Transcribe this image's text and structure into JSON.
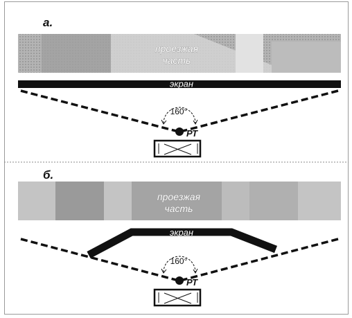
{
  "panels": [
    {
      "label": "а.",
      "road_line1": "проезжая",
      "road_line2": "часть",
      "screen_label": "экран",
      "angle_label": "160°",
      "device_label": "РТ"
    },
    {
      "label": "б.",
      "road_line1": "проезжая",
      "road_line2": "часть",
      "screen_label": "экран",
      "angle_label": "160°",
      "device_label": "РТ"
    }
  ],
  "colors": {
    "road_light": "#c8c8c8",
    "road_mid": "#a8a8a8",
    "road_dark": "#8c8c8c",
    "screen": "#111111",
    "dash": "#111111"
  }
}
